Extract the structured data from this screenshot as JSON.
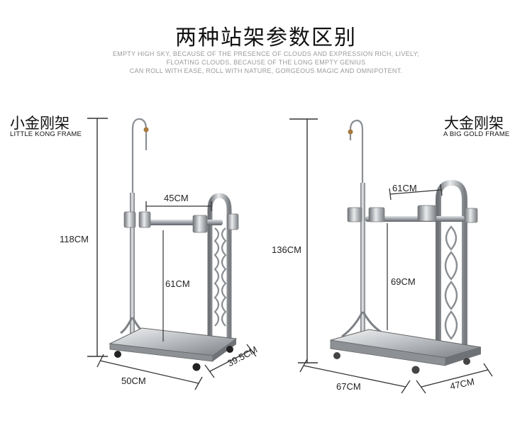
{
  "header": {
    "title": "两种站架参数区别",
    "subtitle_lines": [
      "EMPTY HIGH SKY, BECAUSE OF THE PRESENCE OF CLOUDS AND EXPRESSION RICH, LIVELY;",
      "FLOATING CLOUDS, BECAUSE OF THE LONG EMPTY GENIUS",
      "CAN ROLL WITH EASE, ROLL WITH NATURE, GORGEOUS MAGIC AND OMNIPOTENT."
    ]
  },
  "products": {
    "small": {
      "name_cn": "小金刚架",
      "name_en": "LITTLE KONG FRAME",
      "height": "118CM",
      "top_width": "45CM",
      "inner_height": "61CM",
      "base_width": "50CM",
      "base_depth": "39.5CM"
    },
    "large": {
      "name_cn": "大金刚架",
      "name_en": "A BIG GOLD FRAME",
      "height": "136CM",
      "top_width": "61CM",
      "inner_height": "69CM",
      "base_width": "67CM",
      "base_depth": "47CM"
    }
  },
  "colors": {
    "steel": "#a9adb2",
    "steel_dark": "#6e7277",
    "line": "#222222"
  }
}
